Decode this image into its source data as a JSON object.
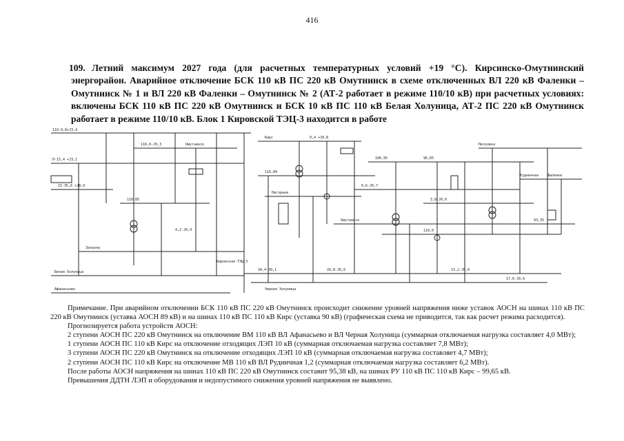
{
  "page_number": "416",
  "heading": {
    "number": "109.",
    "text": "Летний максимум 2027 года (для расчетных температурных условий +19 °C). Кирсинско-Омутнинский энергорайон. Аварийное отключение БСК 110 кВ ПС 220 кВ Омутнинск в схеме отключенных ВЛ 220 кВ Фаленки – Омутнинск № 1 и ВЛ 220 кВ Фаленки – Омутнинск № 2 (АТ-2 работает в режиме 110/10 кВ) при расчетных условиях: включены БСК 110 кВ ПС 220 кВ Омутнинск и БСК 10 кВ ПС 110 кВ Белая Холуница, АТ-2 ПС 220 кВ Омутнинск работает в режиме 110/10 кВ. Блок 1 Кировской ТЭЦ-3 находится в работе"
  },
  "diagram": {
    "labels": [
      "Омутнинск",
      "Омутнинск",
      "Белая Холуница",
      "Кирс",
      "Фаленки",
      "Рудничная",
      "Черная Холуница",
      "Афанасьево",
      "Кировская ТЭЦ-3",
      "Песковка",
      "Омутнинск",
      "Залазна"
    ]
  },
  "notes": [
    "Примечание. При аварийном отключении БСК 110 кВ ПС 220 кВ Омутнинск происходит снижение уровней напряжения ниже уставок АОСН на шинах 110 кВ ПС 220 кВ Омутнинск (уставка АОСН 89 кВ) и на шинах 110 кВ ПС 110 кВ Кирс (уставка 90 кВ) (графическая схема не приводится, так как расчет режима расходится).",
    "Прогнозируется работа устройств АОСН:",
    "2 ступени АОСН ПС 220 кВ Омутнинск на отключение ВМ 110 кВ ВЛ Афанасьево и ВЛ Черная Холуница (суммарная отключаемая нагрузка составляет 4,0 МВт);",
    "1 ступени АОСН ПС 110 кВ Кирс на отключение отходящих ЛЭП 10 кВ (суммарная отключаемая нагрузка составляет 7,8 МВт);",
    "3 ступени АОСН ПС 220 кВ Омутнинск на отключение отходящих ЛЭП 10 кВ (суммарная отключаемая нагрузка составляет 4,7 МВт);",
    "2 ступени АОСН ПС 110 кВ Кирс на отключение МВ 110 кВ ВЛ Рудничная 1,2 (суммарная отключаемая нагрузка составляет 6,2 МВт).",
    "После работы АОСН напряжения на шинах 110 кВ ПС 220 кВ Омутнинск составит 95,38 кВ, на шинах РУ 110 кВ ПС 110 кВ Кирс – 99,65 кВ.",
    "Превышения ДДТН ЛЭП и оборудования и недопустимого снижения уровней напряжения не выявлено."
  ]
}
